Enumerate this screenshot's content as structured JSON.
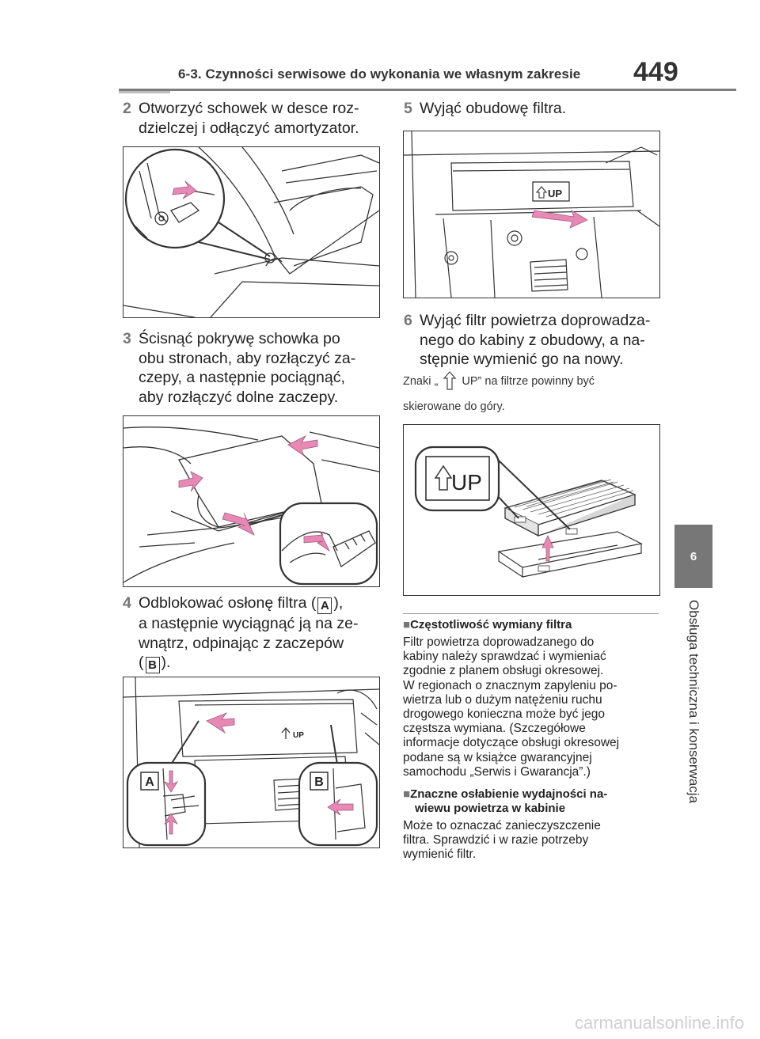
{
  "header": {
    "title": "6-3. Czynności serwisowe do wykonania we własnym zakresie",
    "page_number": "449"
  },
  "side_tab": {
    "number": "6",
    "label": "Obsługa techniczna i konserwacja"
  },
  "steps": {
    "s2": {
      "num": "2",
      "lines": [
        "Otworzyć schowek w desce roz-",
        "dzielczej i odłączyć amortyzator."
      ]
    },
    "s3": {
      "num": "3",
      "lines": [
        "Ścisnąć pokrywę schowka po",
        "obu stronach, aby rozłączyć za-",
        "czepy, a następnie pociągnąć,",
        "aby rozłączyć dolne zaczepy."
      ]
    },
    "s4": {
      "num": "4",
      "line1_a": "Odblokować osłonę filtra (",
      "badge_a": "A",
      "line1_b": "),",
      "line2": "a następnie wyciągnąć ją na ze-",
      "line3": "wnątrz, odpinając z zaczepów",
      "line4_a": "(",
      "badge_b": "B",
      "line4_b": ")."
    },
    "s5": {
      "num": "5",
      "lines": [
        "Wyjąć obudowę filtra."
      ]
    },
    "s6": {
      "num": "6",
      "lines": [
        "Wyjąć filtr powietrza doprowadza-",
        "nego do kabiny z obudowy, a na-",
        "stępnie wymienić go na nowy."
      ]
    }
  },
  "note": {
    "prefix": "Znaki „",
    "suffix": "UP” na filtrze powinny być",
    "line2": "skierowane do góry."
  },
  "figures": {
    "fig4_up_label": "UP",
    "fig4_label_a": "A",
    "fig4_label_b": "B",
    "fig5_up_label": "UP",
    "fig6_up_label": "UP"
  },
  "sections": [
    {
      "heading": [
        "Częstotliwość wymiany filtra"
      ],
      "body": [
        "Filtr powietrza doprowadzanego do",
        "kabiny należy sprawdzać i wymieniać",
        "zgodnie z planem obsługi okresowej.",
        "W regionach o znacznym zapyleniu po-",
        "wietrza lub o dużym natężeniu ruchu",
        "drogowego konieczna może być jego",
        "częstsza wymiana. (Szczegółowe",
        "informacje dotyczące obsługi okresowej",
        "podane są w książce gwarancyjnej",
        "samochodu „Serwis i Gwarancja”.)"
      ]
    },
    {
      "heading": [
        "Znaczne osłabienie wydajności na-",
        "wiewu powietrza w kabinie"
      ],
      "body": [
        "Może to oznaczać zanieczyszczenie",
        "filtra. Sprawdzić i w razie potrzeby",
        "wymienić filtr."
      ]
    }
  ],
  "footer": "carmanualsonline.info",
  "colors": {
    "arrow_pink": "#e889b5",
    "gray_text": "#777777"
  }
}
